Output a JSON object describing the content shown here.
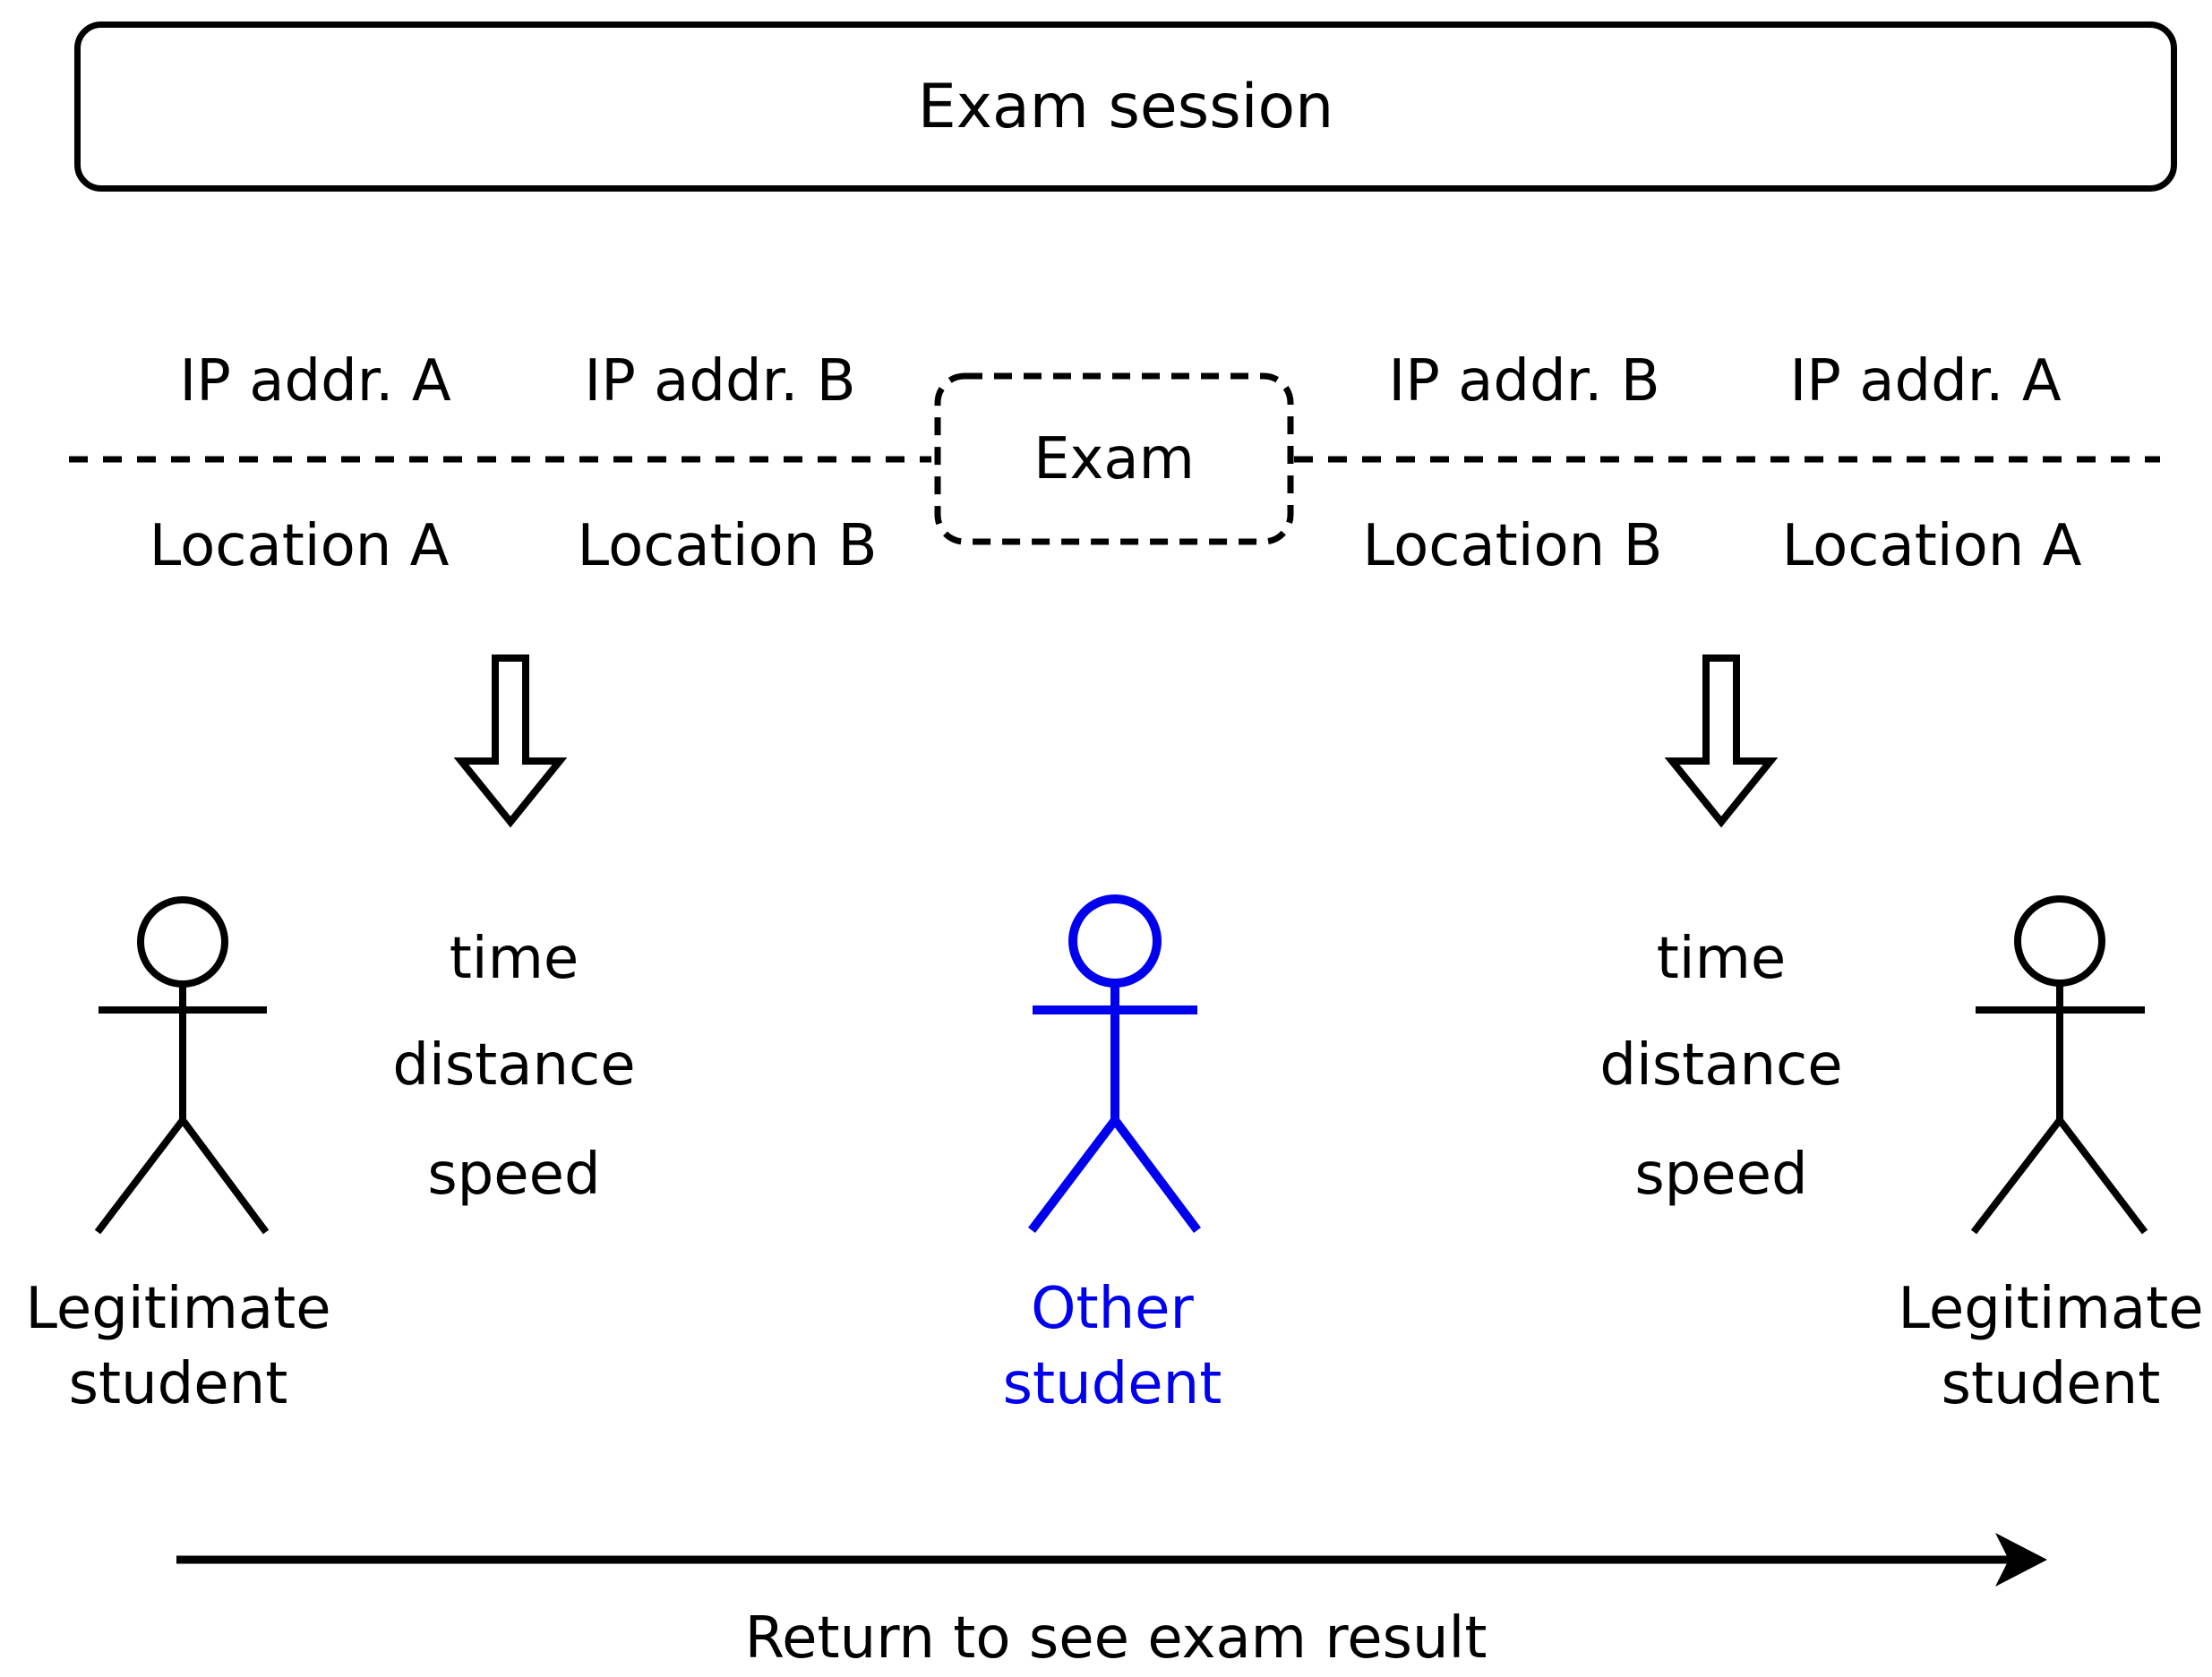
{
  "colors": {
    "background": "#ffffff",
    "black": "#000000",
    "blue": "#0000ee"
  },
  "header": {
    "title": "Exam session"
  },
  "timeline": {
    "exam_label": "Exam",
    "ip_labels": [
      "IP addr. A",
      "IP addr. B",
      "IP addr. B",
      "IP addr. A"
    ],
    "location_labels": [
      "Location A",
      "Location B",
      "Location B",
      "Location A"
    ]
  },
  "metrics": [
    "time",
    "distance",
    "speed"
  ],
  "actors": {
    "left": {
      "line1": "Legitimate",
      "line2": "student"
    },
    "middle": {
      "line1": "Other",
      "line2": "student"
    },
    "right": {
      "line1": "Legitimate",
      "line2": "student"
    }
  },
  "footer": {
    "caption": "Return to see exam result"
  }
}
